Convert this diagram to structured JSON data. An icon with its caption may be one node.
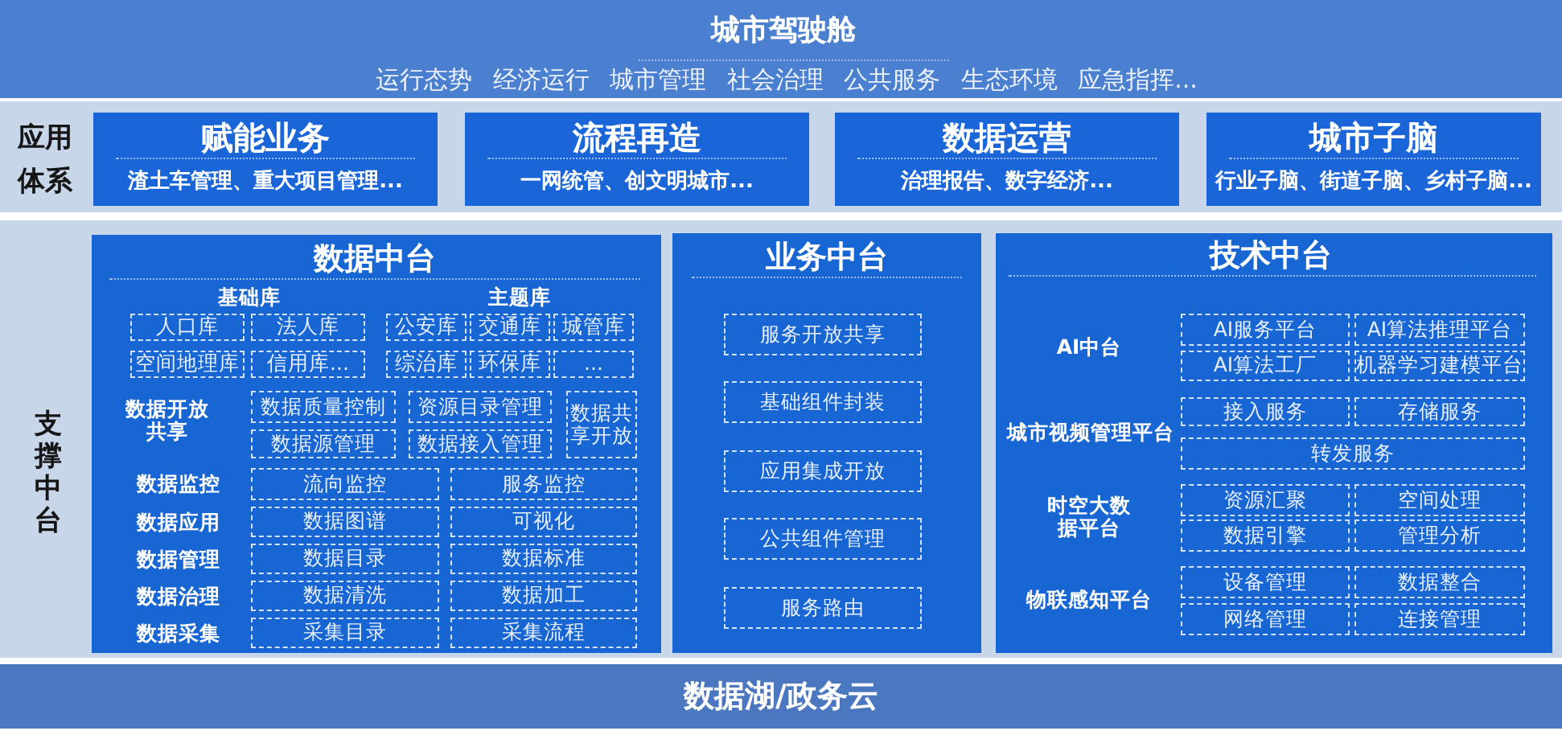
{
  "diagram": {
    "nodes": [
      {
        "text": [
          "城市驾驶舱",
          "运行态势 经济运行 城市管理 社会治理 公共服务 生态环境 应急指挥..."
        ]
      },
      {
        "text": [
          "应用体系"
        ]
      },
      {
        "text": [
          "赋能业务",
          "渣土车管理、重大项目管理..."
        ],
        "in": 1
      },
      {
        "text": [
          "流程再造",
          "一网统管、创文明城市..."
        ],
        "in": 1
      },
      {
        "text": [
          "数据运营",
          "治理报告、数字经济..."
        ],
        "in": 1
      },
      {
        "text": [
          "城市子脑",
          "行业子脑、街道子脑、乡村子脑..."
        ],
        "in": 1
      },
      {
        "text": [
          "支撑中台"
        ]
      },
      {
        "text": [
          "数据中台",
          "基础库",
          "主题库",
          "数据开放共享",
          "数据监控",
          "数据应用",
          "数据管理",
          "数据治理",
          "数据采集"
        ],
        "in": 6
      },
      {
        "text": [
          "人口库"
        ],
        "in": 7
      },
      {
        "text": [
          "法人库"
        ],
        "in": 7
      },
      {
        "text": [
          "公安库"
        ],
        "in": 7
      },
      {
        "text": [
          "交通库"
        ],
        "in": 7
      },
      {
        "text": [
          "城管库"
        ],
        "in": 7
      },
      {
        "text": [
          "空间地理库"
        ],
        "in": 7
      },
      {
        "text": [
          "信用库..."
        ],
        "in": 7
      },
      {
        "text": [
          "综治库"
        ],
        "in": 7
      },
      {
        "text": [
          "环保库"
        ],
        "in": 7
      },
      {
        "text": [
          "..."
        ],
        "in": 7
      },
      {
        "text": [
          "数据质量控制"
        ],
        "in": 7
      },
      {
        "text": [
          "资源目录管理"
        ],
        "in": 7
      },
      {
        "text": [
          "数据共享开放"
        ],
        "in": 7
      },
      {
        "text": [
          "数据源管理"
        ],
        "in": 7
      },
      {
        "text": [
          "数据接入管理"
        ],
        "in": 7
      },
      {
        "text": [
          "流向监控"
        ],
        "in": 7
      },
      {
        "text": [
          "服务监控"
        ],
        "in": 7
      },
      {
        "text": [
          "数据图谱"
        ],
        "in": 7
      },
      {
        "text": [
          "可视化"
        ],
        "in": 7
      },
      {
        "text": [
          "数据目录"
        ],
        "in": 7
      },
      {
        "text": [
          "数据标准"
        ],
        "in": 7
      },
      {
        "text": [
          "数据清洗"
        ],
        "in": 7
      },
      {
        "text": [
          "数据加工"
        ],
        "in": 7
      },
      {
        "text": [
          "采集目录"
        ],
        "in": 7
      },
      {
        "text": [
          "采集流程"
        ],
        "in": 7
      },
      {
        "text": [
          "业务中台"
        ],
        "in": 6
      },
      {
        "text": [
          "服务开放共享"
        ],
        "in": 33
      },
      {
        "text": [
          "基础组件封装"
        ],
        "in": 33
      },
      {
        "text": [
          "应用集成开放"
        ],
        "in": 33
      },
      {
        "text": [
          "公共组件管理"
        ],
        "in": 33
      },
      {
        "text": [
          "服务路由"
        ],
        "in": 33
      },
      {
        "text": [
          "技术中台",
          "AI中台",
          "城市视频管理平台",
          "时空大数据平台",
          "物联感知平台"
        ],
        "in": 6
      },
      {
        "text": [
          "AI服务平台"
        ],
        "in": 39
      },
      {
        "text": [
          "AI算法推理平台"
        ],
        "in": 39
      },
      {
        "text": [
          "AI算法工厂"
        ],
        "in": 39
      },
      {
        "text": [
          "机器学习建模平台"
        ],
        "in": 39
      },
      {
        "text": [
          "接入服务"
        ],
        "in": 39
      },
      {
        "text": [
          "存储服务"
        ],
        "in": 39
      },
      {
        "text": [
          "转发服务"
        ],
        "in": 39
      },
      {
        "text": [
          "资源汇聚"
        ],
        "in": 39
      },
      {
        "text": [
          "空间处理"
        ],
        "in": 39
      },
      {
        "text": [
          "数据引擎"
        ],
        "in": 39
      },
      {
        "text": [
          "管理分析"
        ],
        "in": 39
      },
      {
        "text": [
          "设备管理"
        ],
        "in": 39
      },
      {
        "text": [
          "数据整合"
        ],
        "in": 39
      },
      {
        "text": [
          "网络管理"
        ],
        "in": 39
      },
      {
        "text": [
          "连接管理"
        ],
        "in": 39
      },
      {
        "text": [
          "数据湖/政务云"
        ]
      }
    ]
  }
}
